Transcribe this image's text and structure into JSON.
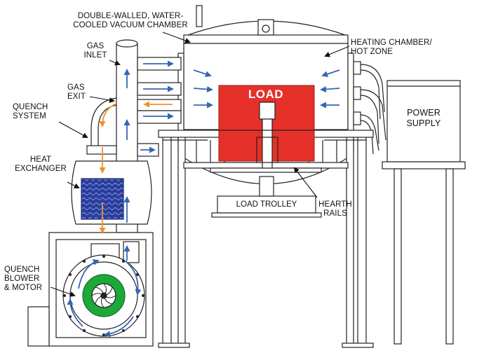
{
  "labels": {
    "chamber": [
      "DOUBLE-WALLED, WATER-",
      "COOLED VACUUM CHAMBER"
    ],
    "gas_inlet": [
      "GAS",
      "INLET"
    ],
    "gas_exit": [
      "GAS",
      "EXIT"
    ],
    "quench_system": [
      "QUENCH",
      "SYSTEM"
    ],
    "heat_exchanger": [
      "HEAT",
      "EXCHANGER"
    ],
    "quench_blower": [
      "QUENCH",
      "BLOWER",
      "& MOTOR"
    ],
    "heating_chamber": [
      "HEATING CHAMBER/",
      "HOT ZONE"
    ],
    "power_supply": [
      "POWER",
      "SUPPLY"
    ],
    "load": "LOAD",
    "load_trolley": "LOAD TROLLEY",
    "hearth_rails": [
      "HEARTH",
      "RAILS"
    ]
  },
  "colors": {
    "load_fill": "#e5312a",
    "blower_green": "#1ea83a",
    "exchanger_blue": "#2a3d9c",
    "flow_blue": "#3366b5",
    "flow_orange": "#f0922b",
    "line": "#222222"
  }
}
